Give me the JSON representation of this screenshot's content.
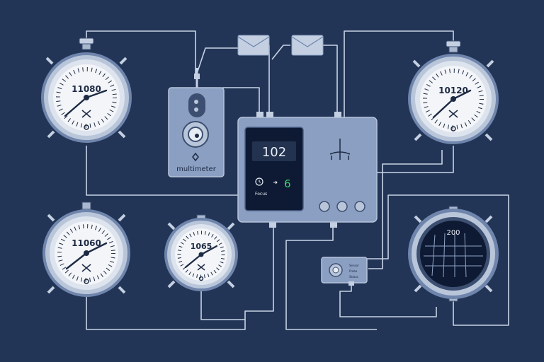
{
  "colors": {
    "background": "#233556",
    "wire": "#c7d3e6",
    "device_body": "#8a9fc2",
    "device_dark": "#0e1a33",
    "gauge_rim": "#a9b8cf",
    "gauge_face": "#f3f5f8",
    "needle": "#1d2a44",
    "accent_green": "#3ed26a",
    "screen_text": "#e9eef7"
  },
  "gauges": {
    "top_left": {
      "reading": "11080",
      "icon": "tap-icon"
    },
    "top_right": {
      "reading": "10120",
      "icon": "tap-icon"
    },
    "bottom_left": {
      "reading": "11060",
      "icon": "tap-icon"
    },
    "bottom_middle": {
      "reading": "1065",
      "icon": "tap-icon"
    },
    "bottom_right": {
      "reading": "200"
    }
  },
  "multimeter": {
    "label": "multimeter",
    "icons": [
      "slot-icon",
      "dial-knob-icon",
      "probe-icon"
    ]
  },
  "hub": {
    "display": "102",
    "status_label": "Focus",
    "status_value": "6",
    "icons": [
      "clock-icon",
      "antenna-icon",
      "arrow-icon"
    ],
    "buttons": [
      "button-1",
      "button-2",
      "button-3"
    ]
  },
  "sensor": {
    "lines": [
      "Sensor",
      "Probe",
      "Status"
    ],
    "icon": "knob-icon"
  },
  "envelopes": [
    "envelope-icon",
    "envelope-icon"
  ]
}
